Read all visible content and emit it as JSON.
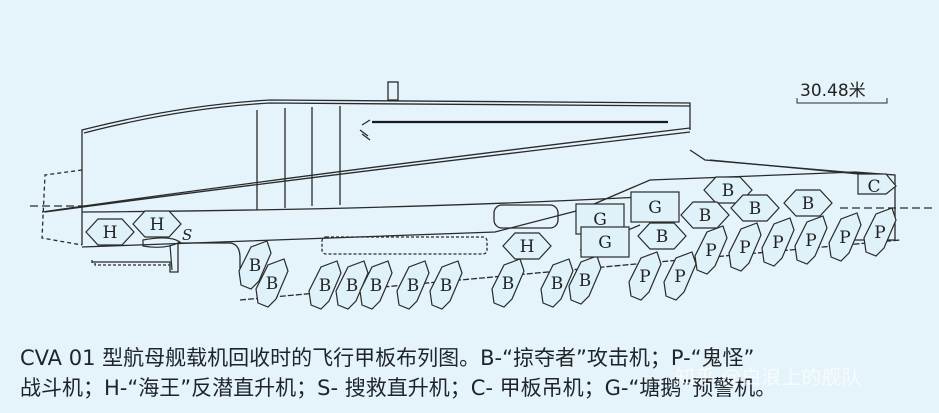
{
  "scale_bar": {
    "label": "30.48米"
  },
  "aircraft_labels": [
    "H",
    "H",
    "B",
    "B",
    "B",
    "B",
    "B",
    "B",
    "B",
    "B",
    "B",
    "B",
    "P",
    "P",
    "P",
    "P",
    "P",
    "P",
    "P",
    "P",
    "B",
    "B",
    "B",
    "B",
    "B",
    "G",
    "G",
    "G",
    "H",
    "C"
  ],
  "rescue_helicopter_label": "S",
  "caption": {
    "line1": "CVA 01 型航母舰载机回收时的飞行甲板布列图。B-“掠夺者”攻击机；P-“鬼怪”",
    "line2": "战斗机；H-“海王”反潜直升机；S- 搜救直升机；C- 甲板吊机；G-“塘鹅”预警机。"
  },
  "watermark": "知乎 @白浪上的舰队",
  "colors": {
    "background": "#e4f4fa",
    "line": "#2a2a2a",
    "text": "#1f2428"
  }
}
